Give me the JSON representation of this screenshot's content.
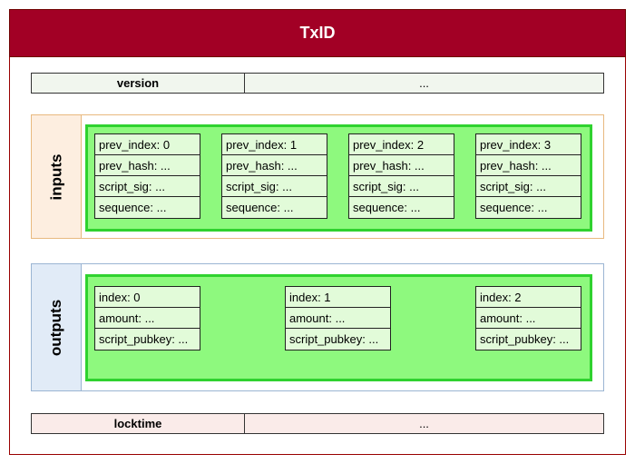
{
  "title": "TxID",
  "version": {
    "key": "version",
    "value": "..."
  },
  "inputs": {
    "label": "inputs",
    "items": [
      {
        "prev_index": "prev_index: 0",
        "prev_hash": "prev_hash: ...",
        "script_sig": "script_sig: ...",
        "sequence": "sequence: ..."
      },
      {
        "prev_index": "prev_index: 1",
        "prev_hash": "prev_hash: ...",
        "script_sig": "script_sig: ...",
        "sequence": "sequence: ..."
      },
      {
        "prev_index": "prev_index: 2",
        "prev_hash": "prev_hash: ...",
        "script_sig": "script_sig: ...",
        "sequence": "sequence: ..."
      },
      {
        "prev_index": "prev_index: 3",
        "prev_hash": "prev_hash: ...",
        "script_sig": "script_sig: ...",
        "sequence": "sequence: ..."
      }
    ]
  },
  "outputs": {
    "label": "outputs",
    "items": [
      {
        "index": "index: 0",
        "amount": "amount: ...",
        "script_pubkey": "script_pubkey: ..."
      },
      {
        "index": "index: 1",
        "amount": "amount: ...",
        "script_pubkey": "script_pubkey: ..."
      },
      {
        "index": "index: 2",
        "amount": "amount: ...",
        "script_pubkey": "script_pubkey: ..."
      }
    ]
  },
  "locktime": {
    "key": "locktime",
    "value": "..."
  },
  "colors": {
    "title_bar": "#a20025",
    "green_fill": "#8ef97e",
    "green_border": "#2fd22f",
    "inputs_accent": "#fdeee0",
    "outputs_accent": "#e1ebf7"
  }
}
